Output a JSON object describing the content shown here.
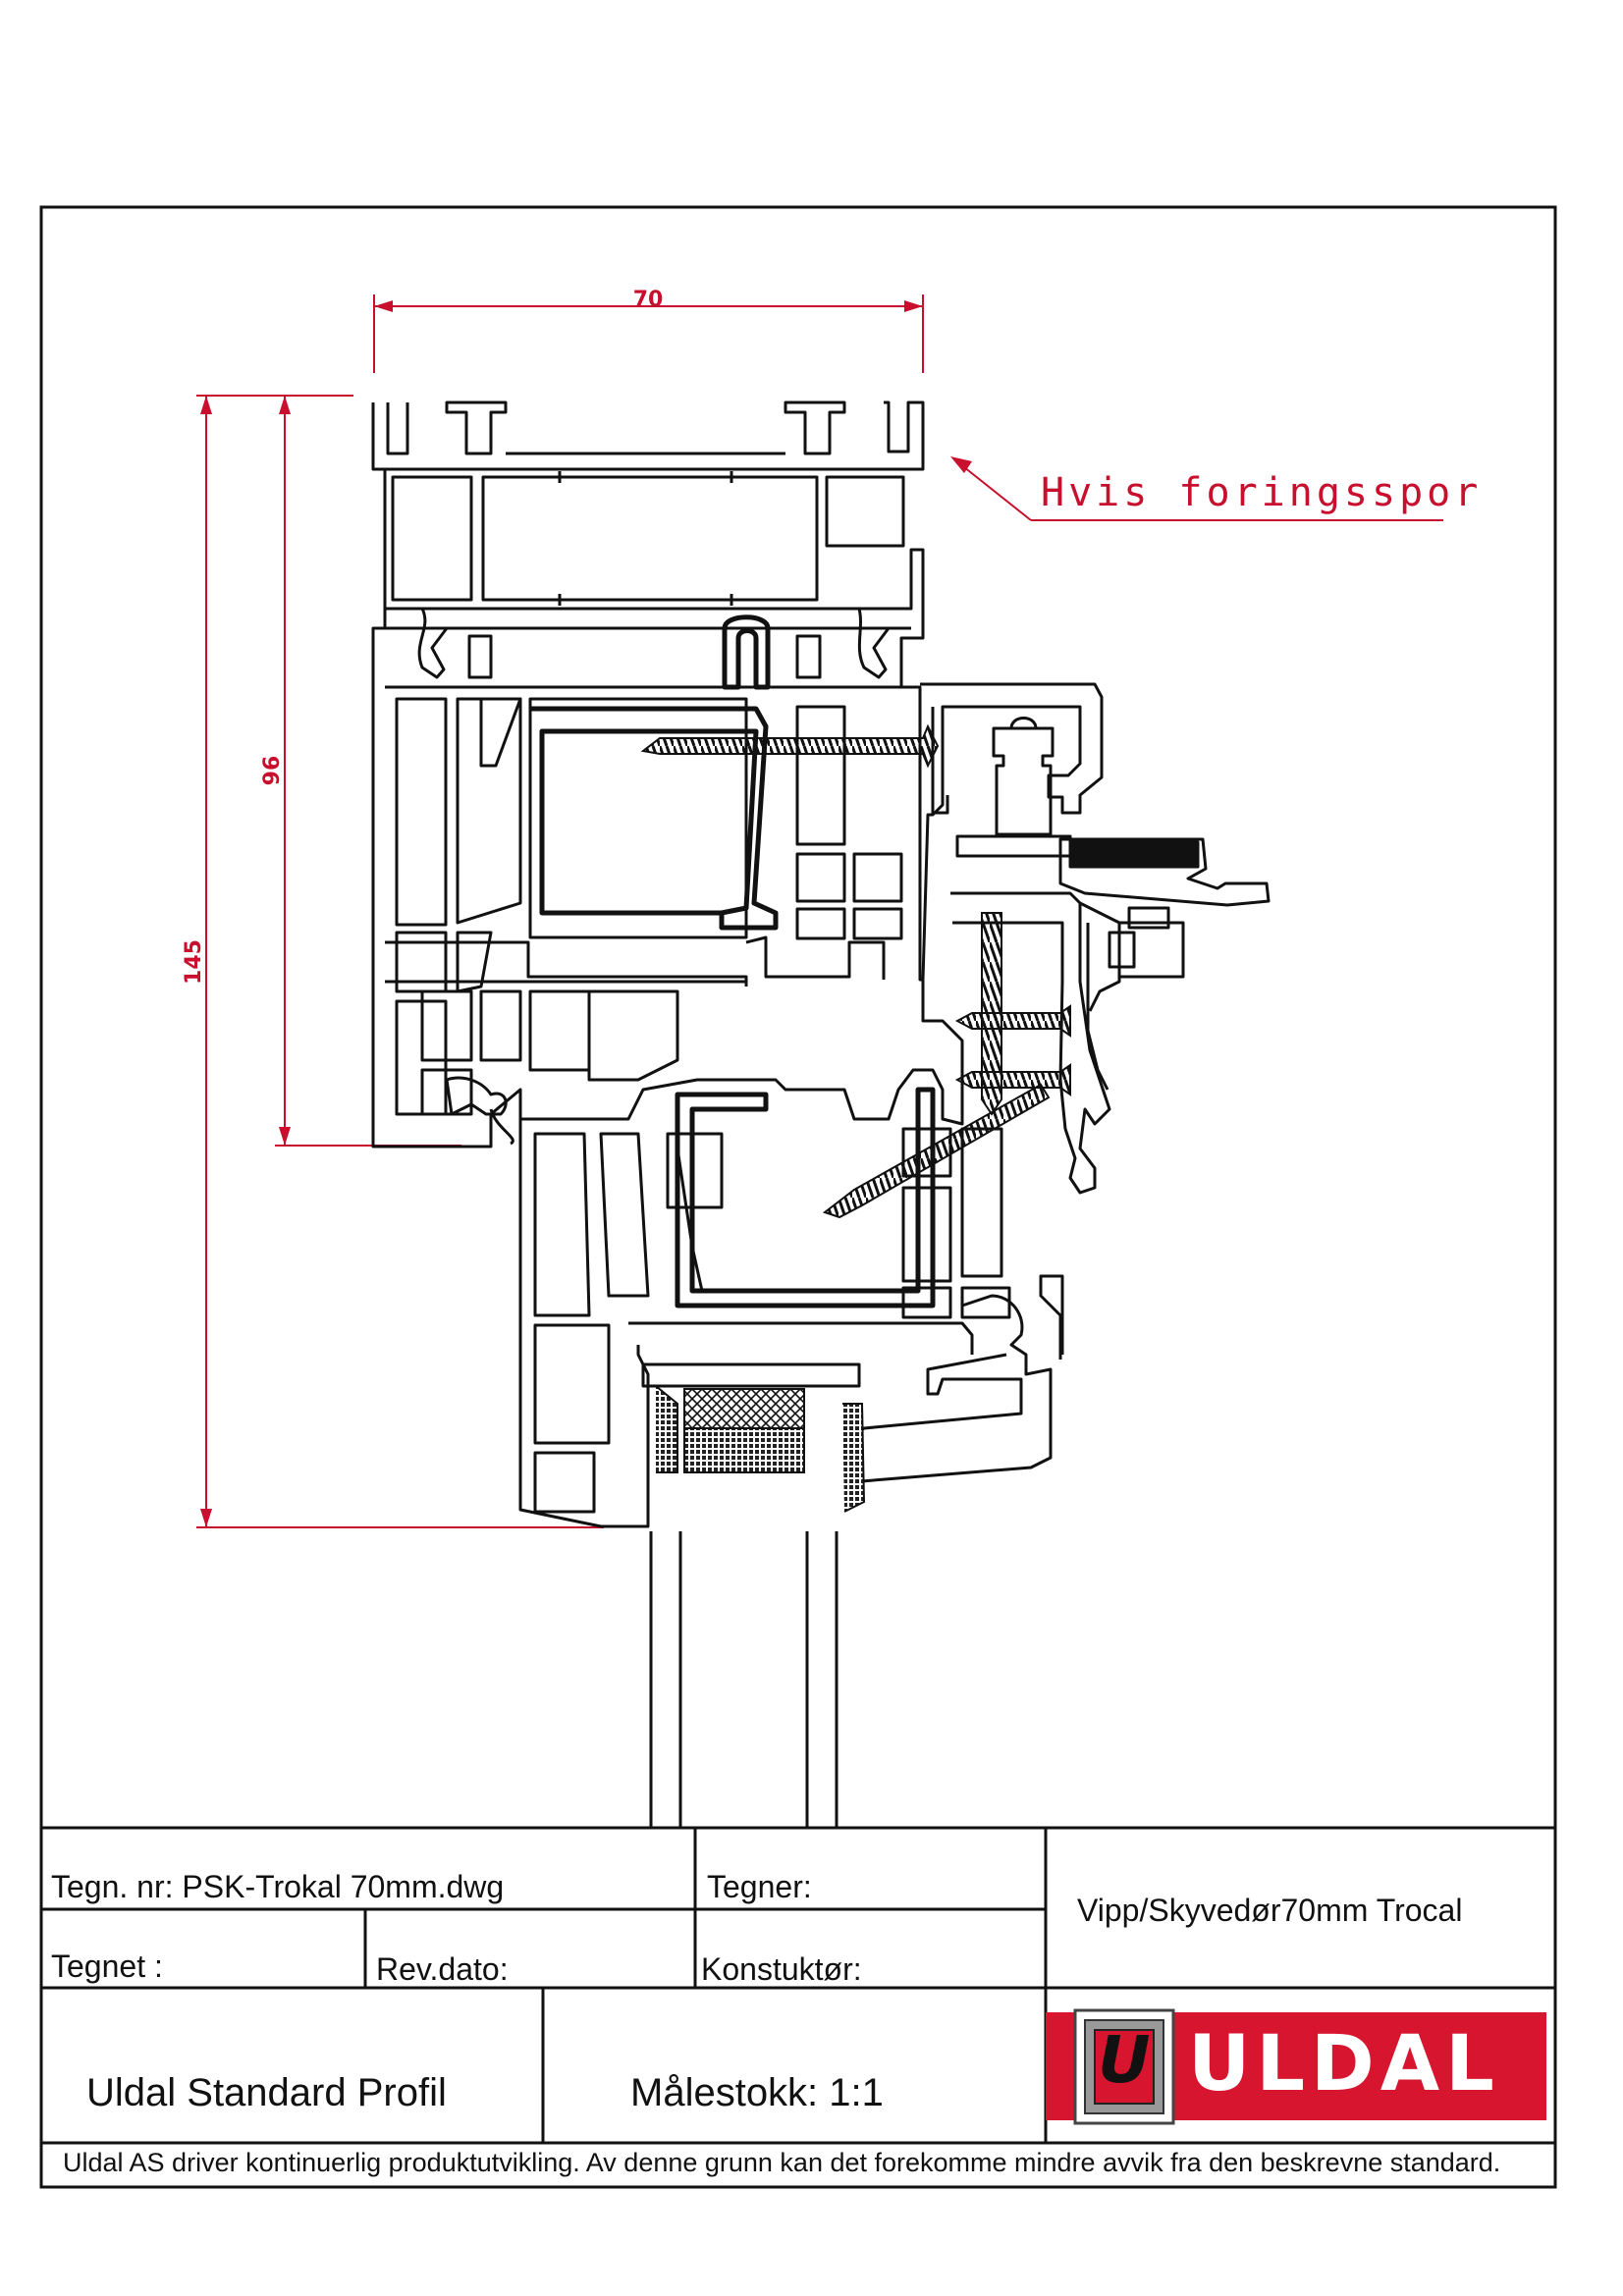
{
  "dimensions": {
    "width_label": "70",
    "height_total_label": "145",
    "height_frame_label": "96"
  },
  "annotation": {
    "note": "Hvis foringsspor"
  },
  "title_block": {
    "drawing_number": "Tegn. nr: PSK-Trokal 70mm.dwg",
    "drawn_by": "Tegner:",
    "drawn_date": "Tegnet :",
    "revision_date": "Rev.dato:",
    "constructor": "Konstuktør:",
    "product": "Vipp/Skyvedør70mm Trocal",
    "profile": "Uldal Standard Profil",
    "scale": "Målestokk: 1:1",
    "logo_text": "ULDAL",
    "logo_badge": "U",
    "disclaimer": "Uldal AS driver kontinuerlig produktutvikling. Av denne grunn kan det forekomme mindre avvik fra den beskrevne standard."
  },
  "colors": {
    "dimension": "#c8102e",
    "brand_red": "#d7152f",
    "line": "#111111"
  }
}
